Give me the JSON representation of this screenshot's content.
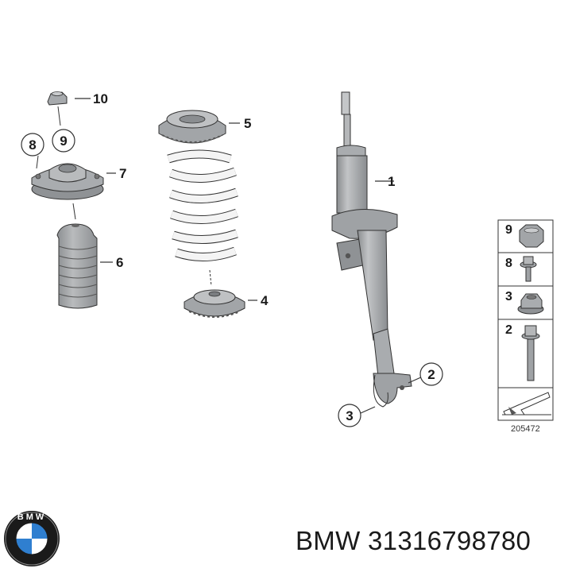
{
  "colors": {
    "part_fill": "#9fa2a5",
    "part_dark": "#7a7d80",
    "part_light": "#c4c6c8",
    "spring_fill": "#f4f4f4",
    "outline": "#333333",
    "brand_blue": "#2f7fd0"
  },
  "callouts": {
    "c1": "1",
    "c2": "2",
    "c3": "3",
    "c4": "4",
    "c5": "5",
    "c6": "6",
    "c7": "7",
    "c8": "8",
    "c9": "9",
    "c10": "10"
  },
  "legend": {
    "items": [
      {
        "number": "9",
        "part": "hex-nut"
      },
      {
        "number": "8",
        "part": "flange-bolt-short"
      },
      {
        "number": "3",
        "part": "flange-nut"
      },
      {
        "number": "2",
        "part": "flange-bolt-long"
      }
    ],
    "arrow_icon": "front-direction-arrow-icon"
  },
  "diagram_code": "205472",
  "brand": {
    "logo_icon": "bmw-roundel-icon",
    "logo_letters": "BMW",
    "caption": "BMW 31316798780"
  }
}
